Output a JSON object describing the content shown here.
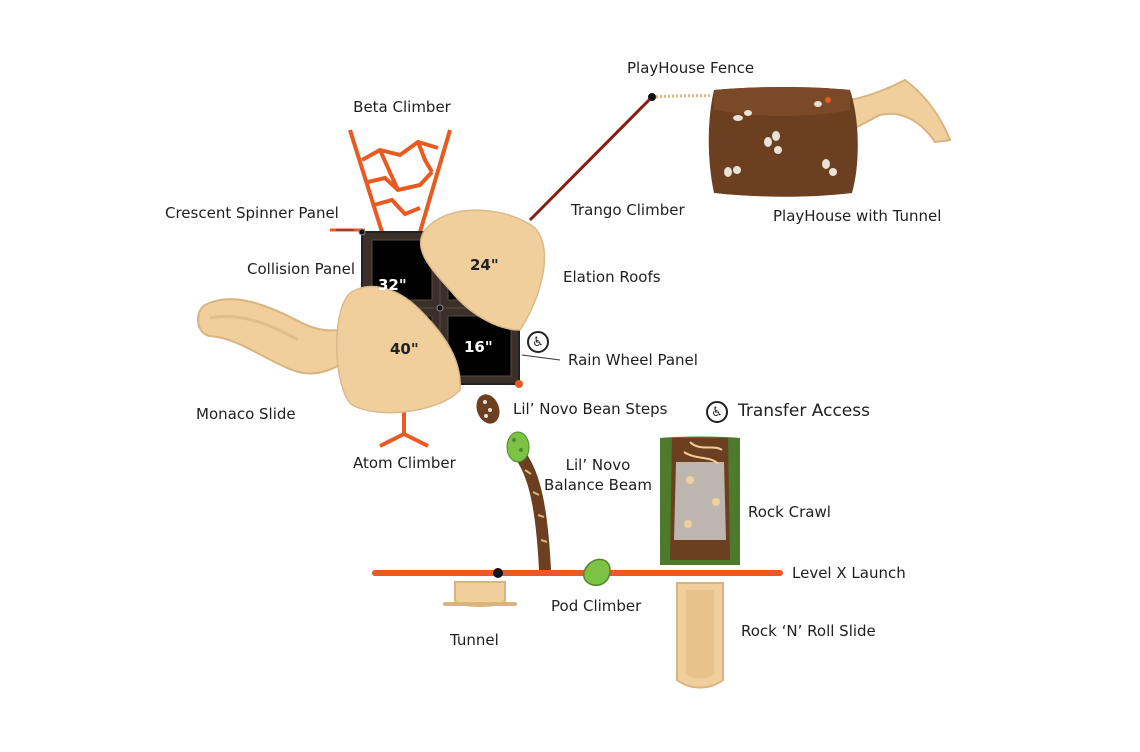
{
  "labels": {
    "beta_climber": "Beta Climber",
    "crescent_spinner_panel": "Crescent Spinner Panel",
    "collision_panel": "Collision Panel",
    "monaco_slide": "Monaco Slide",
    "atom_climber": "Atom Climber",
    "trango_climber": "Trango Climber",
    "elation_roofs": "Elation Roofs",
    "rain_wheel_panel": "Rain Wheel Panel",
    "bean_steps": "Lil’ Novo Bean Steps",
    "playhouse_fence": "PlayHouse Fence",
    "playhouse_tunnel": "PlayHouse with Tunnel",
    "transfer_access": "Transfer Access",
    "balance_beam_line1": "Lil’ Novo",
    "balance_beam_line2": "Balance Beam",
    "rock_crawl": "Rock Crawl",
    "level_x_launch": "Level X Launch",
    "pod_climber": "Pod Climber",
    "tunnel": "Tunnel",
    "rock_n_roll_slide": "Rock ‘N’ Roll Slide"
  },
  "deck_heights": {
    "top_left": "32\"",
    "top_right": "24\"",
    "bottom_left": "40\"",
    "bottom_right": "16\""
  },
  "colors": {
    "orange": "#e85a1f",
    "tan": "#f1cf9c",
    "deck": "#3b2f2a",
    "brown": "#6b3f20",
    "green": "#4e8a2c",
    "light_green": "#7cc244"
  },
  "icons": {
    "accessibility": "wheelchair-transfer-icon"
  }
}
